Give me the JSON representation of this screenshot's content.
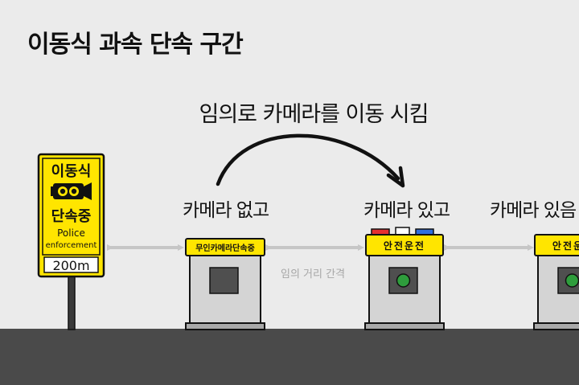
{
  "title": "이동식 과속 단속 구간",
  "caption": "임의로 카메라를 이동 시킴",
  "sign": {
    "line1": "이동식",
    "line2": "단속중",
    "police": "Police",
    "enforcement": "enforcement",
    "distance": "200m",
    "icon": "speed-camera-icon"
  },
  "boxes": [
    {
      "label": "카메라 없고",
      "plate": "무인카메라단속중",
      "status": "empty"
    },
    {
      "label": "카메라 있고",
      "plate": "안전운전",
      "status": "camera",
      "siren": true
    },
    {
      "label": "카메라 있음",
      "plate": "안전운전",
      "status": "camera"
    }
  ],
  "gap_label": "임의 거리 간격",
  "colors": {
    "background": "#ebebeb",
    "road": "#4a4a4a",
    "sign_yellow": "#ffe500",
    "box_grey": "#d4d4d4",
    "camera_green": "#2e9d3c",
    "arrow_grey": "#c6c6c6",
    "siren_red": "#e63030",
    "siren_blue": "#2f6fe0"
  }
}
